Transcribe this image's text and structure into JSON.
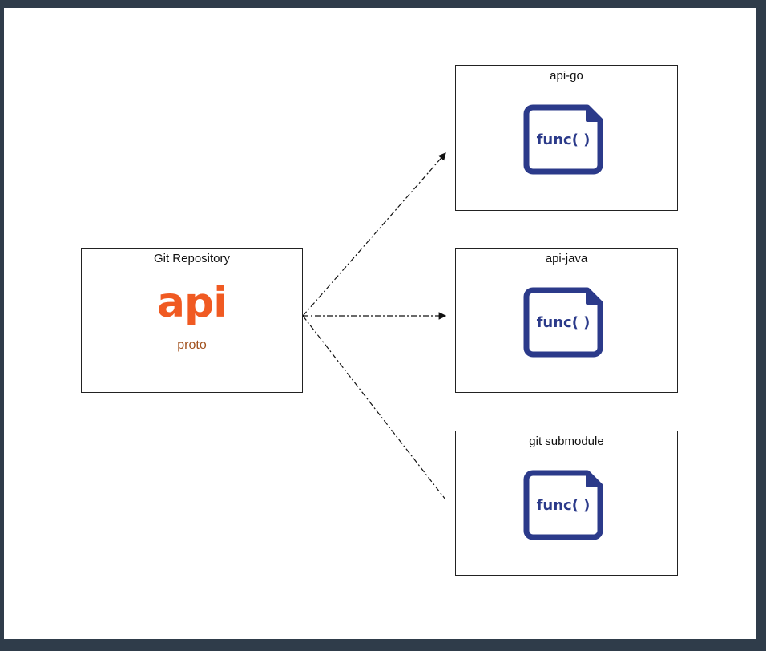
{
  "source": {
    "title": "Git Repository",
    "logo_text": "api",
    "logo_subtext": "proto",
    "logo_color": "#f05a22",
    "logo_subtext_color": "#a2521f"
  },
  "targets": [
    {
      "title": "api-go",
      "icon": "func-file-icon",
      "icon_text": "func( )"
    },
    {
      "title": "api-java",
      "icon": "func-file-icon",
      "icon_text": "func( )"
    },
    {
      "title": "git submodule",
      "icon": "func-file-icon",
      "icon_text": "func( )"
    }
  ],
  "colors": {
    "background": "#2f3c4a",
    "canvas": "#ffffff",
    "icon_stroke": "#2b3a8a"
  }
}
